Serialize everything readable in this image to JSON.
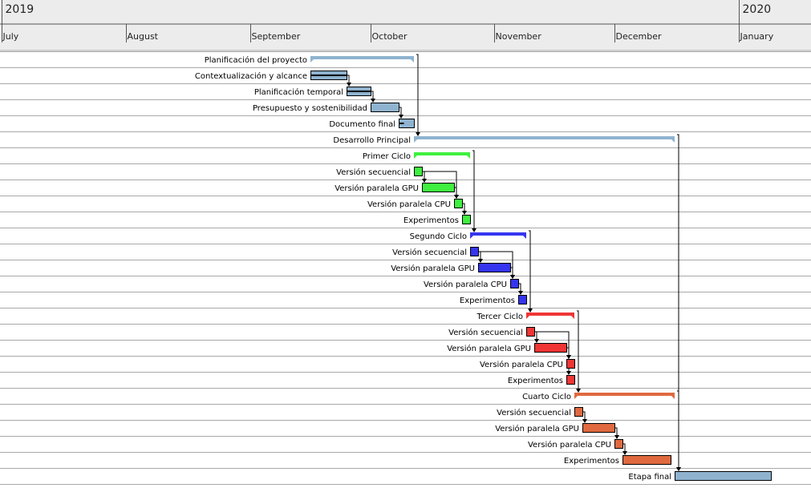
{
  "chart_data": {
    "type": "gantt",
    "years": [
      {
        "label": "2019",
        "date": "2019-07-01"
      },
      {
        "label": "2020",
        "date": "2020-01-01"
      }
    ],
    "months": [
      {
        "label": "July",
        "date": "2019-07-01"
      },
      {
        "label": "August",
        "date": "2019-08-01"
      },
      {
        "label": "September",
        "date": "2019-09-01"
      },
      {
        "label": "October",
        "date": "2019-10-01"
      },
      {
        "label": "November",
        "date": "2019-11-01"
      },
      {
        "label": "December",
        "date": "2019-12-01"
      },
      {
        "label": "January",
        "date": "2020-01-01"
      }
    ],
    "xlim": [
      "2019-07-01",
      "2020-01-19"
    ],
    "colors": {
      "blue_gray": "#8fb3cf",
      "green": "#3ff03f",
      "blue": "#3535f0",
      "red": "#f03535",
      "orange": "#e0693f",
      "header_bg": "#ececec",
      "grid": "#a8a8a8"
    },
    "tasks": [
      {
        "name": "Planificación del proyecto",
        "start": "2019-09-16",
        "end": "2019-10-12",
        "kind": "summary",
        "color": "#8fb3cf"
      },
      {
        "name": "Contextualización y alcance",
        "start": "2019-09-16",
        "end": "2019-09-25",
        "kind": "task",
        "color": "#8fb3cf",
        "progress": 1
      },
      {
        "name": "Planificación temporal",
        "start": "2019-09-25",
        "end": "2019-10-01",
        "kind": "task",
        "color": "#8fb3cf",
        "progress": 1
      },
      {
        "name": "Presupuesto y sostenibilidad",
        "start": "2019-10-01",
        "end": "2019-10-08",
        "kind": "task",
        "color": "#8fb3cf",
        "progress": 0
      },
      {
        "name": "Documento final",
        "start": "2019-10-08",
        "end": "2019-10-12",
        "kind": "task",
        "color": "#8fb3cf",
        "progress": 0.3
      },
      {
        "name": "Desarrollo Principal",
        "start": "2019-10-12",
        "end": "2019-12-16",
        "kind": "summary",
        "color": "#8fb3cf"
      },
      {
        "name": "Primer Ciclo",
        "start": "2019-10-12",
        "end": "2019-10-26",
        "kind": "summary",
        "color": "#3ff03f"
      },
      {
        "name": "Versión secuencial",
        "start": "2019-10-12",
        "end": "2019-10-14",
        "kind": "task",
        "color": "#3ff03f"
      },
      {
        "name": "Versión paralela GPU",
        "start": "2019-10-14",
        "end": "2019-10-22",
        "kind": "task",
        "color": "#3ff03f"
      },
      {
        "name": "Versión paralela CPU",
        "start": "2019-10-22",
        "end": "2019-10-24",
        "kind": "task",
        "color": "#3ff03f"
      },
      {
        "name": "Experimentos",
        "start": "2019-10-24",
        "end": "2019-10-26",
        "kind": "task",
        "color": "#3ff03f"
      },
      {
        "name": "Segundo Ciclo",
        "start": "2019-10-26",
        "end": "2019-11-09",
        "kind": "summary",
        "color": "#3535f0"
      },
      {
        "name": "Versión secuencial",
        "start": "2019-10-26",
        "end": "2019-10-28",
        "kind": "task",
        "color": "#3535f0"
      },
      {
        "name": "Versión paralela GPU",
        "start": "2019-10-28",
        "end": "2019-11-05",
        "kind": "task",
        "color": "#3535f0"
      },
      {
        "name": "Versión paralela CPU",
        "start": "2019-11-05",
        "end": "2019-11-07",
        "kind": "task",
        "color": "#3535f0"
      },
      {
        "name": "Experimentos",
        "start": "2019-11-07",
        "end": "2019-11-09",
        "kind": "task",
        "color": "#3535f0"
      },
      {
        "name": "Tercer Ciclo",
        "start": "2019-11-09",
        "end": "2019-11-21",
        "kind": "summary",
        "color": "#f03535"
      },
      {
        "name": "Versión secuencial",
        "start": "2019-11-09",
        "end": "2019-11-11",
        "kind": "task",
        "color": "#f03535"
      },
      {
        "name": "Versión paralela GPU",
        "start": "2019-11-11",
        "end": "2019-11-19",
        "kind": "task",
        "color": "#f03535"
      },
      {
        "name": "Versión paralela CPU",
        "start": "2019-11-19",
        "end": "2019-11-21",
        "kind": "task",
        "color": "#f03535"
      },
      {
        "name": "Experimentos",
        "start": "2019-11-19",
        "end": "2019-11-21",
        "kind": "task",
        "color": "#f03535"
      },
      {
        "name": "Cuarto Ciclo",
        "start": "2019-11-21",
        "end": "2019-12-16",
        "kind": "summary",
        "color": "#e0693f"
      },
      {
        "name": "Versión secuencial",
        "start": "2019-11-21",
        "end": "2019-11-23",
        "kind": "task",
        "color": "#e0693f"
      },
      {
        "name": "Versión paralela GPU",
        "start": "2019-11-23",
        "end": "2019-12-01",
        "kind": "task",
        "color": "#e0693f"
      },
      {
        "name": "Versión paralela CPU",
        "start": "2019-12-01",
        "end": "2019-12-03",
        "kind": "task",
        "color": "#e0693f"
      },
      {
        "name": "Experimentos",
        "start": "2019-12-03",
        "end": "2019-12-15",
        "kind": "task",
        "color": "#e0693f"
      },
      {
        "name": "Etapa final",
        "start": "2019-12-16",
        "end": "2020-01-09",
        "kind": "task",
        "color": "#8fb3cf"
      }
    ],
    "dependencies": [
      [
        0,
        5
      ],
      [
        1,
        2
      ],
      [
        2,
        3
      ],
      [
        3,
        4
      ],
      [
        5,
        26
      ],
      [
        6,
        11
      ],
      [
        7,
        8
      ],
      [
        7,
        9
      ],
      [
        8,
        9
      ],
      [
        9,
        10
      ],
      [
        11,
        16
      ],
      [
        12,
        13
      ],
      [
        12,
        14
      ],
      [
        13,
        14
      ],
      [
        14,
        15
      ],
      [
        16,
        21
      ],
      [
        17,
        18
      ],
      [
        17,
        19
      ],
      [
        18,
        19
      ],
      [
        18,
        20
      ],
      [
        21,
        26
      ],
      [
        22,
        23
      ],
      [
        23,
        24
      ],
      [
        24,
        25
      ]
    ]
  }
}
